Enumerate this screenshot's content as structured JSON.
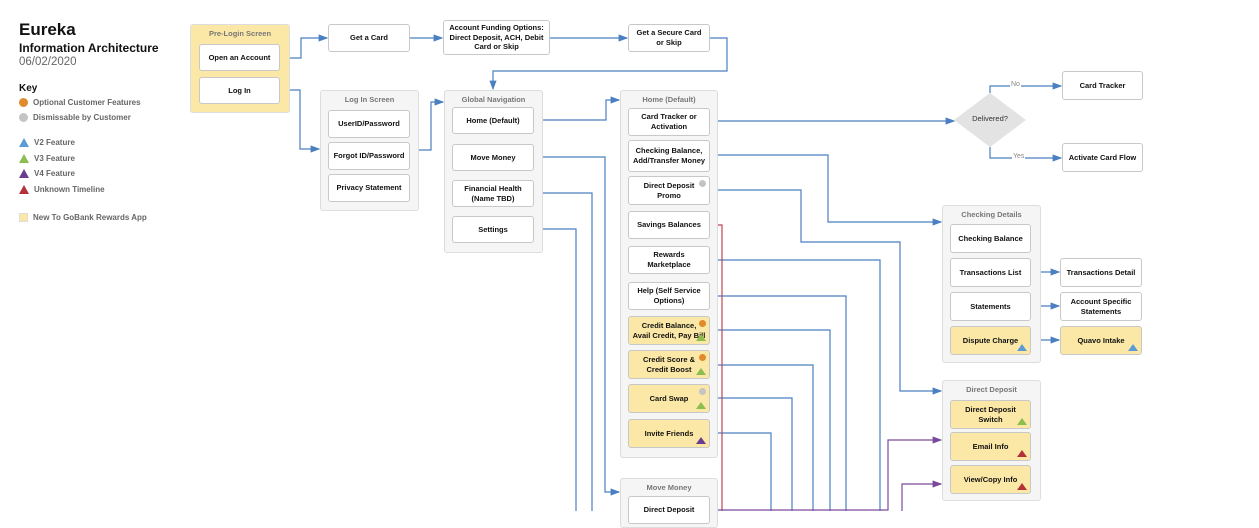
{
  "header": {
    "title": "Eureka",
    "subtitle": "Information Architecture",
    "date": "06/02/2020"
  },
  "key": {
    "title": "Key",
    "items": [
      {
        "label": "Optional Customer Features",
        "symbol": "circle",
        "color": "#e08a2c"
      },
      {
        "label": "Dismissable by Customer",
        "symbol": "circle",
        "color": "#c4c4c4"
      },
      {
        "label": "V2 Feature",
        "symbol": "triangle",
        "color": "#5b9bd5"
      },
      {
        "label": "V3 Feature",
        "symbol": "triangle",
        "color": "#8bbd4f"
      },
      {
        "label": "V4 Feature",
        "symbol": "triangle",
        "color": "#6a3d8f"
      },
      {
        "label": "Unknown Timeline",
        "symbol": "triangle",
        "color": "#b5313a"
      },
      {
        "label": "New To GoBank Rewards App",
        "symbol": "square",
        "color": "#fbe8a6"
      }
    ]
  },
  "groups": {
    "prelogin": {
      "label": "Pre-Login Screen",
      "items": [
        "Open an Account",
        "Log In"
      ]
    },
    "login": {
      "label": "Log In Screen",
      "items": [
        "UserID/Password",
        "Forgot ID/Password",
        "Privacy Statement"
      ]
    },
    "globalnav": {
      "label": "Global Navigation",
      "items": [
        "Home (Default)",
        "Move Money",
        "Financial Health (Name TBD)",
        "Settings"
      ]
    },
    "home": {
      "label": "Home  (Default)",
      "items": [
        "Card Tracker or Activation",
        "Checking Balance, Add/Transfer Money",
        "Direct Deposit Promo",
        "Savings Balances",
        "Rewards Marketplace",
        "Help (Self Service Options)",
        "Credit Balance, Avail Credit, Pay Bill",
        "Credit Score & Credit Boost",
        "Card Swap",
        "Invite Friends"
      ]
    },
    "movemoney": {
      "label": "Move Money",
      "items": [
        "Direct Deposit"
      ]
    },
    "checking": {
      "label": "Checking Details",
      "items": [
        "Checking Balance",
        "Transactions List",
        "Statements",
        "Dispute Charge"
      ]
    },
    "directdeposit": {
      "label": "Direct Deposit",
      "items": [
        "Direct Deposit Switch",
        "Email Info",
        "View/Copy Info"
      ]
    }
  },
  "nodes": {
    "get_card": "Get a Card",
    "funding": "Account Funding Options: Direct Deposit, ACH, Debit Card or Skip",
    "secure_card": "Get a Secure Card or Skip",
    "card_tracker": "Card Tracker",
    "activate": "Activate Card Flow",
    "transactions_detail": "Transactions Detail",
    "account_statements": "Account Specific Statements",
    "quavo": "Quavo Intake"
  },
  "decision": {
    "label": "Delivered?",
    "no": "No",
    "yes": "Yes"
  },
  "colors": {
    "connector": "#4a7fc1",
    "savings_connector": "#c0454f",
    "v4_connector": "#7b4a9c",
    "new_feature": "#fbe8a6"
  }
}
